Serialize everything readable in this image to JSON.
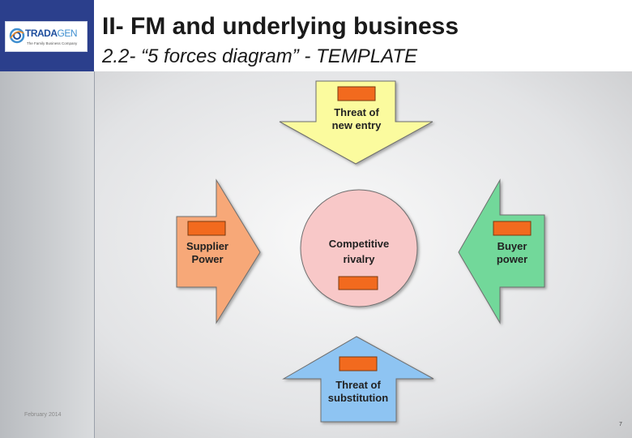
{
  "header": {
    "title": "II-   FM and underlying business",
    "subtitle": "2.2- “5 forces diagram” - TEMPLATE"
  },
  "logo": {
    "brand_main": "TRADA",
    "brand_suffix": "GEN",
    "tagline": "The Family Business Company"
  },
  "diagram": {
    "center": {
      "line1": "Competitive",
      "line2": "rivalry"
    },
    "top": {
      "line1": "Threat of",
      "line2": "new entry"
    },
    "left": {
      "line1": "Supplier",
      "line2": "Power"
    },
    "right": {
      "line1": "Buyer",
      "line2": "power"
    },
    "bottom": {
      "line1": "Threat  of",
      "line2": "substitution"
    }
  },
  "footer": {
    "date": "February 2014",
    "page": "7"
  },
  "colors": {
    "header_blue": "#2b3f8c",
    "top_arrow": "#fbfb9e",
    "left_arrow": "#f7a878",
    "right_arrow": "#72d89a",
    "bottom_arrow": "#8ec4f2",
    "center_circle": "#f8c8c8",
    "orange_box": "#f26a1e"
  }
}
